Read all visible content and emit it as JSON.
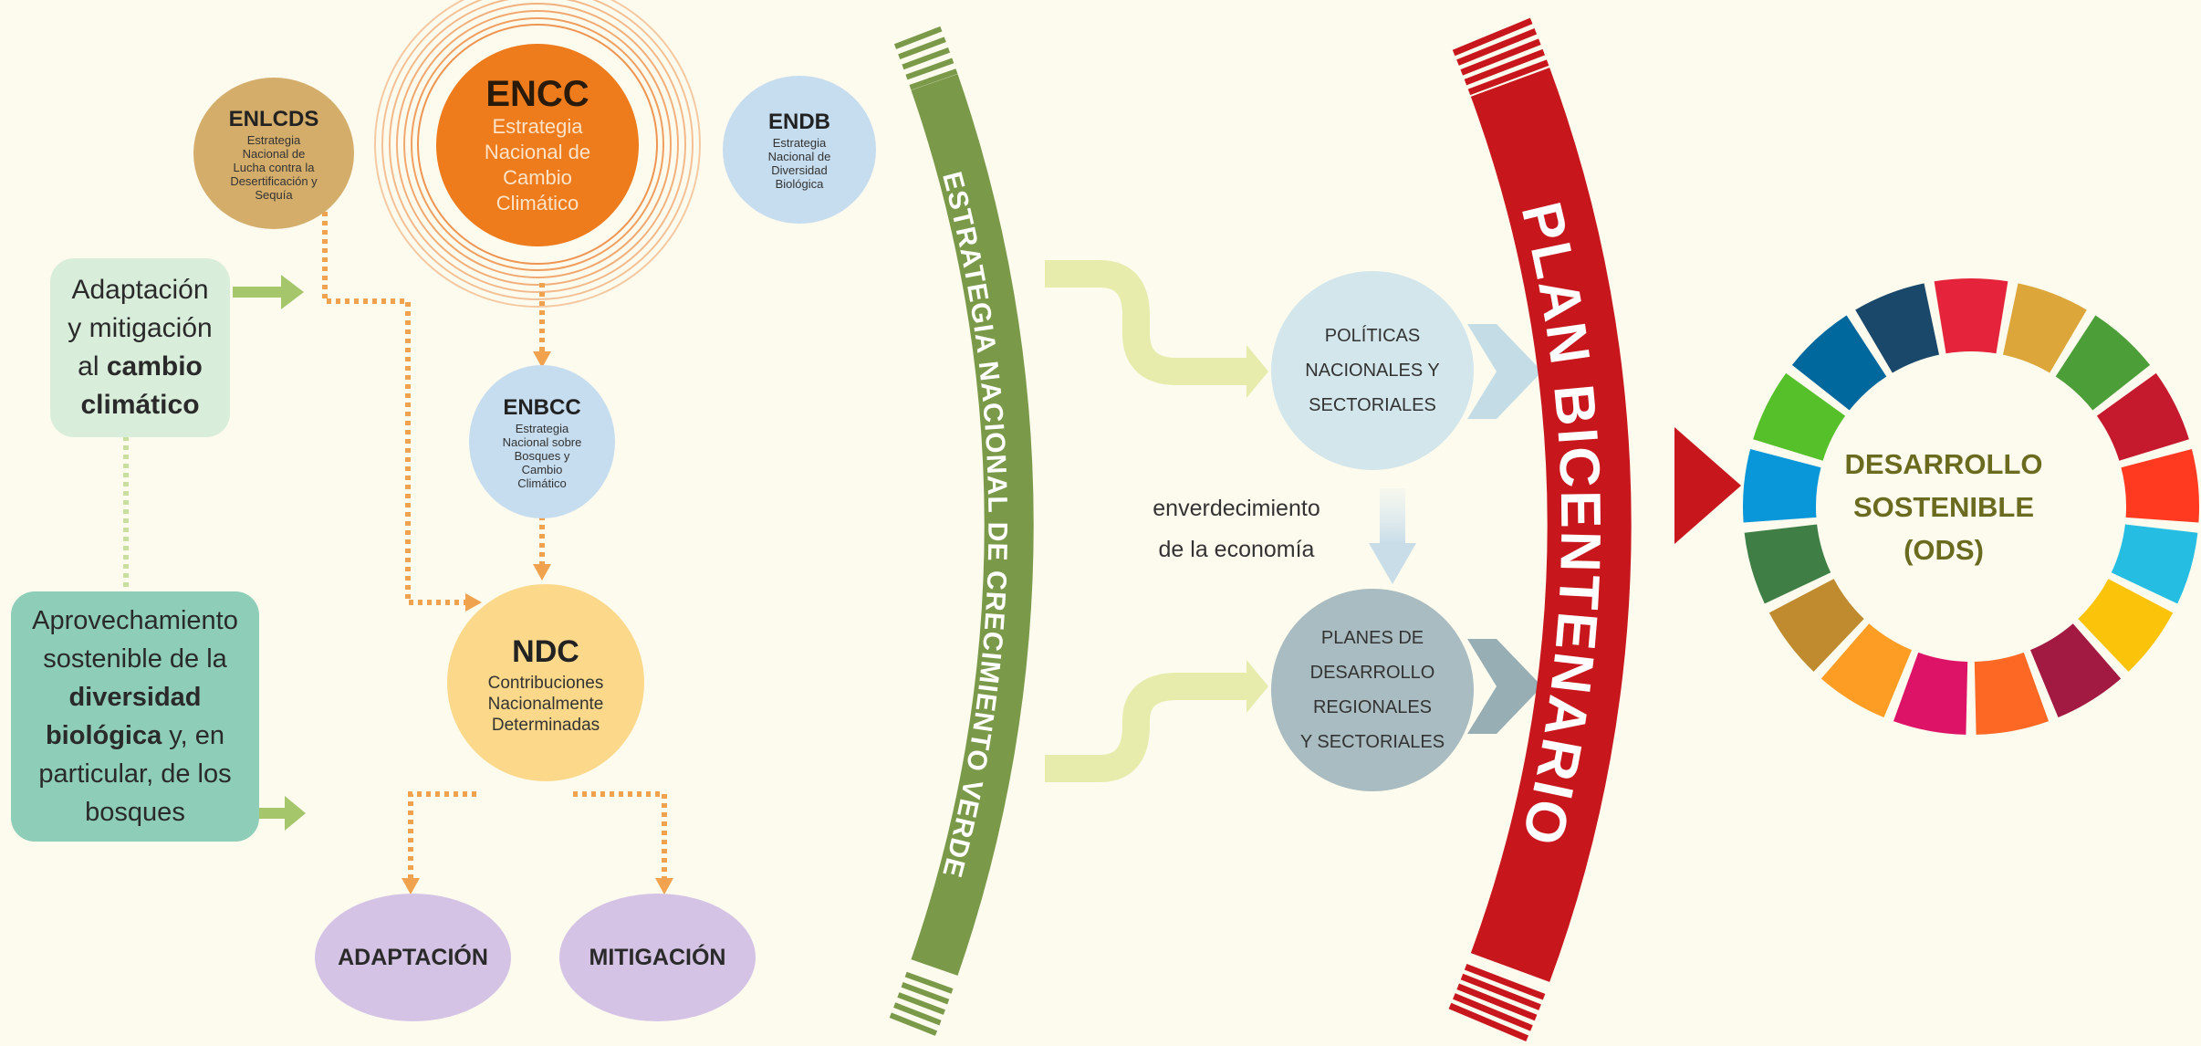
{
  "colors": {
    "background": "#fdfbee",
    "encc": "#ee7c1d",
    "enlcds": "#d4ad6b",
    "endb": "#c6dcef",
    "enbcc": "#c6dcef",
    "ndc": "#fcd98a",
    "ovals": "#d5c3e6",
    "adaptacion_box": "#d9eddb",
    "aprovechamiento_box": "#8ecdb8",
    "green_arc": "#7a9a4a",
    "red_arc": "#c8161d",
    "politicas": "#d3e6ec",
    "planes": "#a9bcc1",
    "ods_center_text": "#6a6b1f",
    "dotted_connector": "#f0a24e",
    "light_arrow": "#e7ecac"
  },
  "encc": {
    "title": "ENCC",
    "lines": [
      "Estrategia",
      "Nacional de",
      "Cambio",
      "Climático"
    ]
  },
  "enlcds": {
    "title": "ENLCDS",
    "lines": [
      "Estrategia",
      "Nacional de",
      "Lucha contra la",
      "Desertificación y",
      "Sequía"
    ]
  },
  "endb": {
    "title": "ENDB",
    "lines": [
      "Estrategia",
      "Nacional de",
      "Diversidad",
      "Biológica"
    ]
  },
  "enbcc": {
    "title": "ENBCC",
    "lines": [
      "Estrategia",
      "Nacional sobre",
      "Bosques y",
      "Cambio",
      "Climático"
    ]
  },
  "ndc": {
    "title": "NDC",
    "lines": [
      "Contribuciones",
      "Nacionalmente",
      "Determinadas"
    ]
  },
  "adaptacion_box": {
    "line1": "Adaptación",
    "line2": "y mitigación",
    "line3_plain": "al ",
    "line3_bold": "cambio",
    "line4_bold": "climático"
  },
  "aprovechamiento_box": {
    "line1": "Aprovechamiento",
    "line2": "sostenible de la",
    "line3_bold": "diversidad",
    "line4_bold": "biológica",
    "line4_plain": " y, en",
    "line5": "particular, de los",
    "line6": "bosques"
  },
  "adaptacion_oval": "ADAPTACIÓN",
  "mitigacion_oval": "MITIGACIÓN",
  "green_arc_label": "ESTRATEGIA NACIONAL DE CRECIMIENTO VERDE",
  "red_arc_label": "PLAN BICENTENARIO",
  "politicas": {
    "lines": [
      "POLÍTICAS",
      "NACIONALES Y",
      "SECTORIALES"
    ]
  },
  "planes": {
    "lines": [
      "PLANES DE",
      "DESARROLLO",
      "REGIONALES",
      "Y SECTORIALES"
    ]
  },
  "enverdecimiento": {
    "line1": "enverdecimiento",
    "line2": "de la economía"
  },
  "ods": {
    "line1": "DESARROLLO",
    "line2": "SOSTENIBLE",
    "line3": "(ODS)",
    "segment_colors": [
      "#e5243b",
      "#dda63a",
      "#4c9f38",
      "#c5192d",
      "#ff3a21",
      "#26bde2",
      "#fcc30b",
      "#a21942",
      "#fd6925",
      "#dd1367",
      "#fd9d24",
      "#bf8b2e",
      "#3f7e44",
      "#0a97d9",
      "#56c02b",
      "#00689d",
      "#19486a"
    ]
  }
}
